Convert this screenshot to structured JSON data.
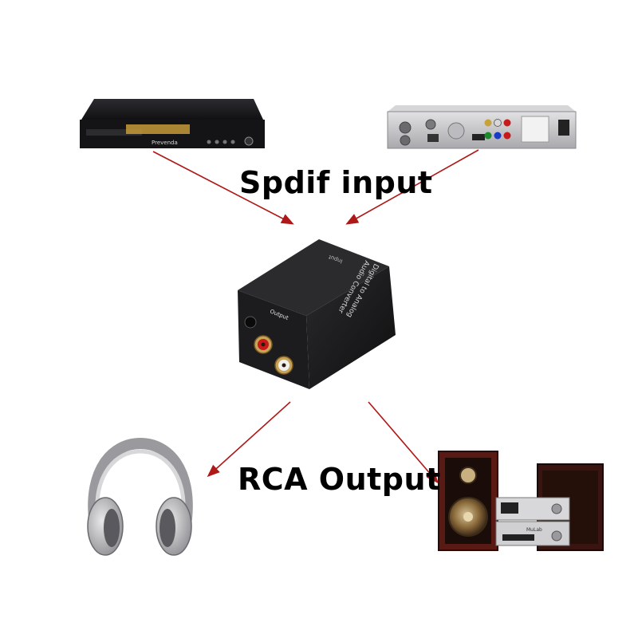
{
  "labels": {
    "input": "Spdif input",
    "output": "RCA Output"
  },
  "converter": {
    "face_text_line1": "Digital to Analog",
    "face_text_line2": "Audio Converter",
    "output_text": "Output",
    "input_text": "Input"
  },
  "devices": {
    "dvd_brand": "Prevenda",
    "stereo_brand": "MuLab"
  },
  "colors": {
    "arrow": "#b01818",
    "device_black": "#1a1a1c",
    "silver": "#c9c9cc",
    "rca_red": "#c81a1a",
    "gold": "#c8a45a",
    "speaker_wood": "#5a1a14"
  }
}
